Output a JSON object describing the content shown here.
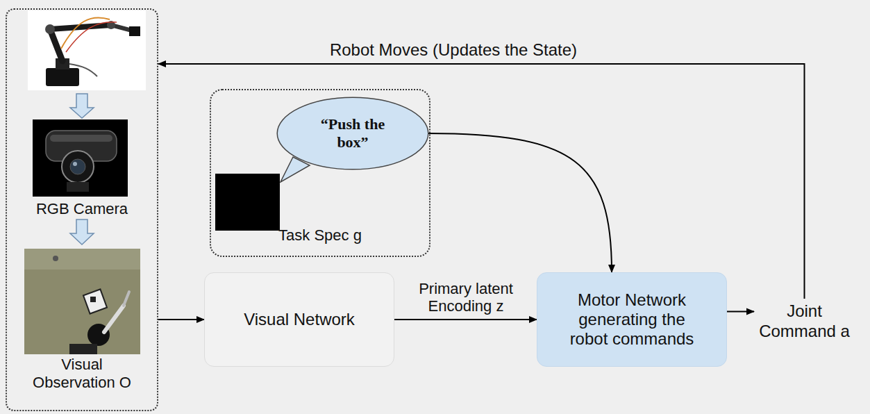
{
  "diagram": {
    "nodes": [
      {
        "text": [
          "RGB Camera",
          "Visual Observation O"
        ]
      },
      {
        "text": [
          "Task Spec g"
        ]
      },
      {
        "text": [
          "“Push the box”"
        ],
        "in": 1
      },
      {
        "text": [
          "Visual Network"
        ]
      },
      {
        "text": [
          "Motor Network generating the robot commands"
        ]
      },
      {
        "text": [
          "Joint Command a"
        ]
      }
    ],
    "edges": [
      {
        "from": 0,
        "to": 3,
        "arrow": "to"
      },
      {
        "from": 3,
        "to": 4,
        "label": "Primary latent Encoding z",
        "arrow": "to"
      },
      {
        "from": 2,
        "to": 4,
        "arrow": "to"
      },
      {
        "from": 4,
        "to": 5,
        "arrow": "to"
      },
      {
        "from": 5,
        "to": 0,
        "label": "Robot Moves (Updates the State)",
        "arrow": "to"
      }
    ]
  }
}
